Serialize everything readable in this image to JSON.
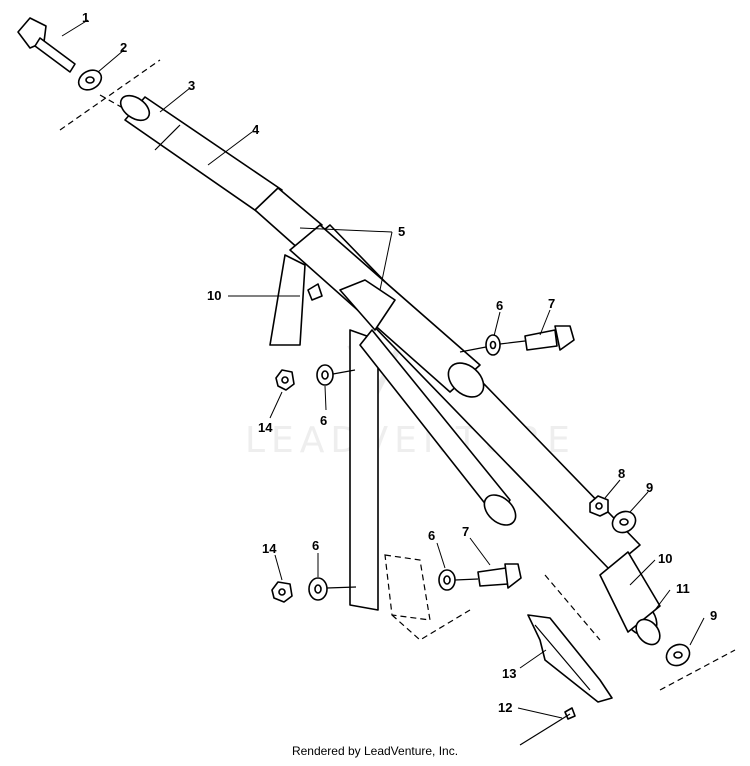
{
  "watermark": "LEADVENTURE",
  "footer": "Rendered by LeadVenture, Inc.",
  "callouts": {
    "c1": "1",
    "c2": "2",
    "c3": "3",
    "c4": "4",
    "c5": "5",
    "c6a": "6",
    "c6b": "6",
    "c6c": "6",
    "c6d": "6",
    "c7a": "7",
    "c7b": "7",
    "c8": "8",
    "c9a": "9",
    "c9b": "9",
    "c10a": "10",
    "c10b": "10",
    "c11": "11",
    "c12": "12",
    "c13": "13",
    "c14a": "14",
    "c14b": "14"
  }
}
